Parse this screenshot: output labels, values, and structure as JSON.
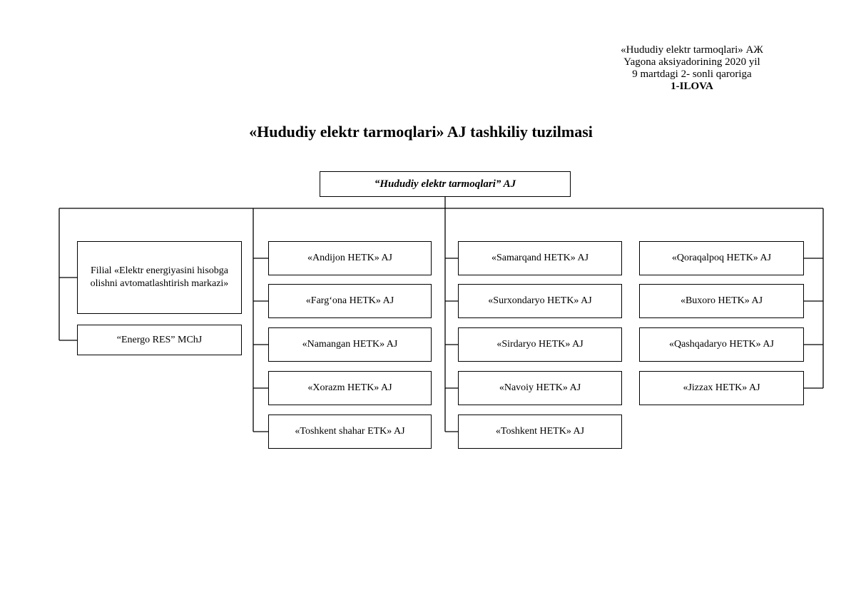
{
  "header_note": {
    "line1": "«Hududiy elektr tarmoqlari» АЖ",
    "line2": "Yagona aksiyadorining 2020 yil",
    "line3": "9 martdagi 2- sonli qaroriga",
    "line4": "1-ILOVA"
  },
  "title": "«Hududiy elektr tarmoqlari» AJ tashkiliy tuzilmasi",
  "org": {
    "root": "“Hududiy elektr tarmoqlari” AJ",
    "col1": [
      "Filial «Elektr energiyasini hisobga olishni avtomatlashtirish markazi»",
      "“Energo RES” MChJ"
    ],
    "col2": [
      "«Andijon HETK» AJ",
      "«Farg‘ona HETK» AJ",
      "«Namangan HETK» AJ",
      "«Xorazm HETK» AJ",
      "«Toshkent shahar ETK» AJ"
    ],
    "col3": [
      "«Samarqand HETK» AJ",
      "«Surxondaryo HETK» AJ",
      "«Sirdaryo HETK» AJ",
      "«Navoiy HETK» AJ",
      "«Toshkent HETK» AJ"
    ],
    "col4": [
      "«Qoraqalpoq HETK» AJ",
      "«Buxoro HETK» AJ",
      "«Qashqadaryo HETK» AJ",
      "«Jizzax HETK» AJ"
    ]
  }
}
